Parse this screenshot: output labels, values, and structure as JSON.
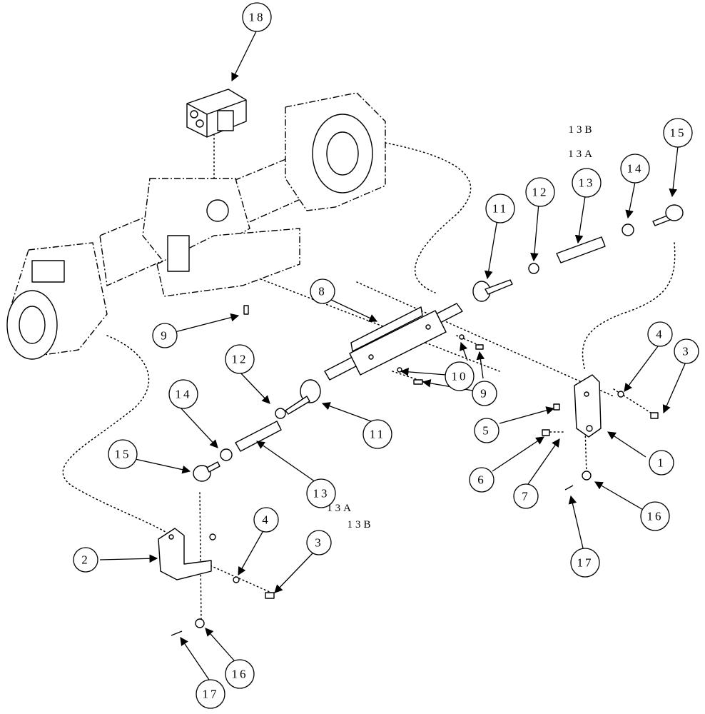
{
  "callouts": [
    {
      "label": "1"
    },
    {
      "label": "2"
    },
    {
      "label": "3"
    },
    {
      "label": "3"
    },
    {
      "label": "4"
    },
    {
      "label": "4"
    },
    {
      "label": "5"
    },
    {
      "label": "6"
    },
    {
      "label": "7"
    },
    {
      "label": "8"
    },
    {
      "label": "9"
    },
    {
      "label": "9"
    },
    {
      "label": "10"
    },
    {
      "label": "11"
    },
    {
      "label": "11"
    },
    {
      "label": "12"
    },
    {
      "label": "12"
    },
    {
      "label": "13"
    },
    {
      "label": "13"
    },
    {
      "label": "14"
    },
    {
      "label": "14"
    },
    {
      "label": "15"
    },
    {
      "label": "15"
    },
    {
      "label": "16"
    },
    {
      "label": "16"
    },
    {
      "label": "17"
    },
    {
      "label": "17"
    },
    {
      "label": "18"
    }
  ],
  "bare_labels": [
    {
      "label": "13B"
    },
    {
      "label": "13A"
    },
    {
      "label": "13A"
    },
    {
      "label": "13B"
    }
  ]
}
